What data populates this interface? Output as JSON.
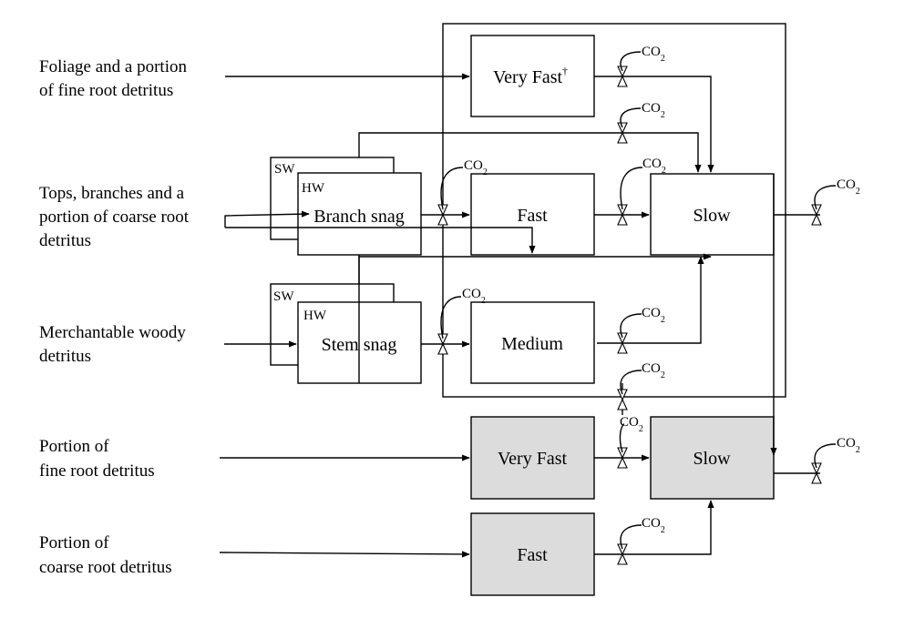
{
  "inputs": {
    "foliage": [
      "Foliage and a portion",
      "of fine root detritus"
    ],
    "tops": [
      "Tops, branches and a",
      "portion of coarse root",
      "detritus"
    ],
    "merch": [
      "Merchantable woody",
      "detritus"
    ],
    "fine_root": [
      "Portion of",
      "fine root detritus"
    ],
    "coarse_root": [
      "Portion of",
      "coarse root detritus"
    ]
  },
  "pools": {
    "very_fast_ag": "Very Fast",
    "dagger": "†",
    "fast_ag": "Fast",
    "slow_ag": "Slow",
    "medium": "Medium",
    "very_fast_bg": "Very Fast",
    "slow_bg": "Slow",
    "fast_bg": "Fast"
  },
  "snags": {
    "sw": "SW",
    "hw": "HW",
    "branch": "Branch snag",
    "stem": "Stem snag"
  },
  "co2": {
    "base": "CO",
    "sub": "2"
  },
  "colors": {
    "belowground_fill": "#dcdcdc",
    "line": "#000000"
  }
}
